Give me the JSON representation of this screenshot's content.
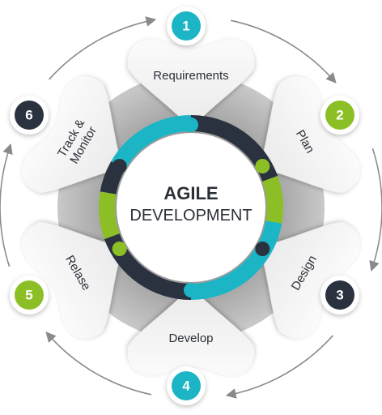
{
  "center": {
    "title": "AGILE",
    "subtitle": "DEVELOPMENT"
  },
  "stages": [
    {
      "number": "1",
      "label": "Requirements",
      "color": "#1cb5c6"
    },
    {
      "number": "2",
      "label": "Plan",
      "color": "#8cbf26"
    },
    {
      "number": "3",
      "label": "Design",
      "color": "#2a323f"
    },
    {
      "number": "4",
      "label": "Develop",
      "color": "#1cb5c6"
    },
    {
      "number": "5",
      "label": "Relase",
      "color": "#8cbf26"
    },
    {
      "number": "6",
      "label": "Track & Monitor",
      "color": "#2a323f"
    }
  ],
  "colors": {
    "teal": "#1cb5c6",
    "green": "#8cbf26",
    "dark": "#2a323f",
    "petal": "#f4f4f4",
    "ring": "#bebebe"
  }
}
